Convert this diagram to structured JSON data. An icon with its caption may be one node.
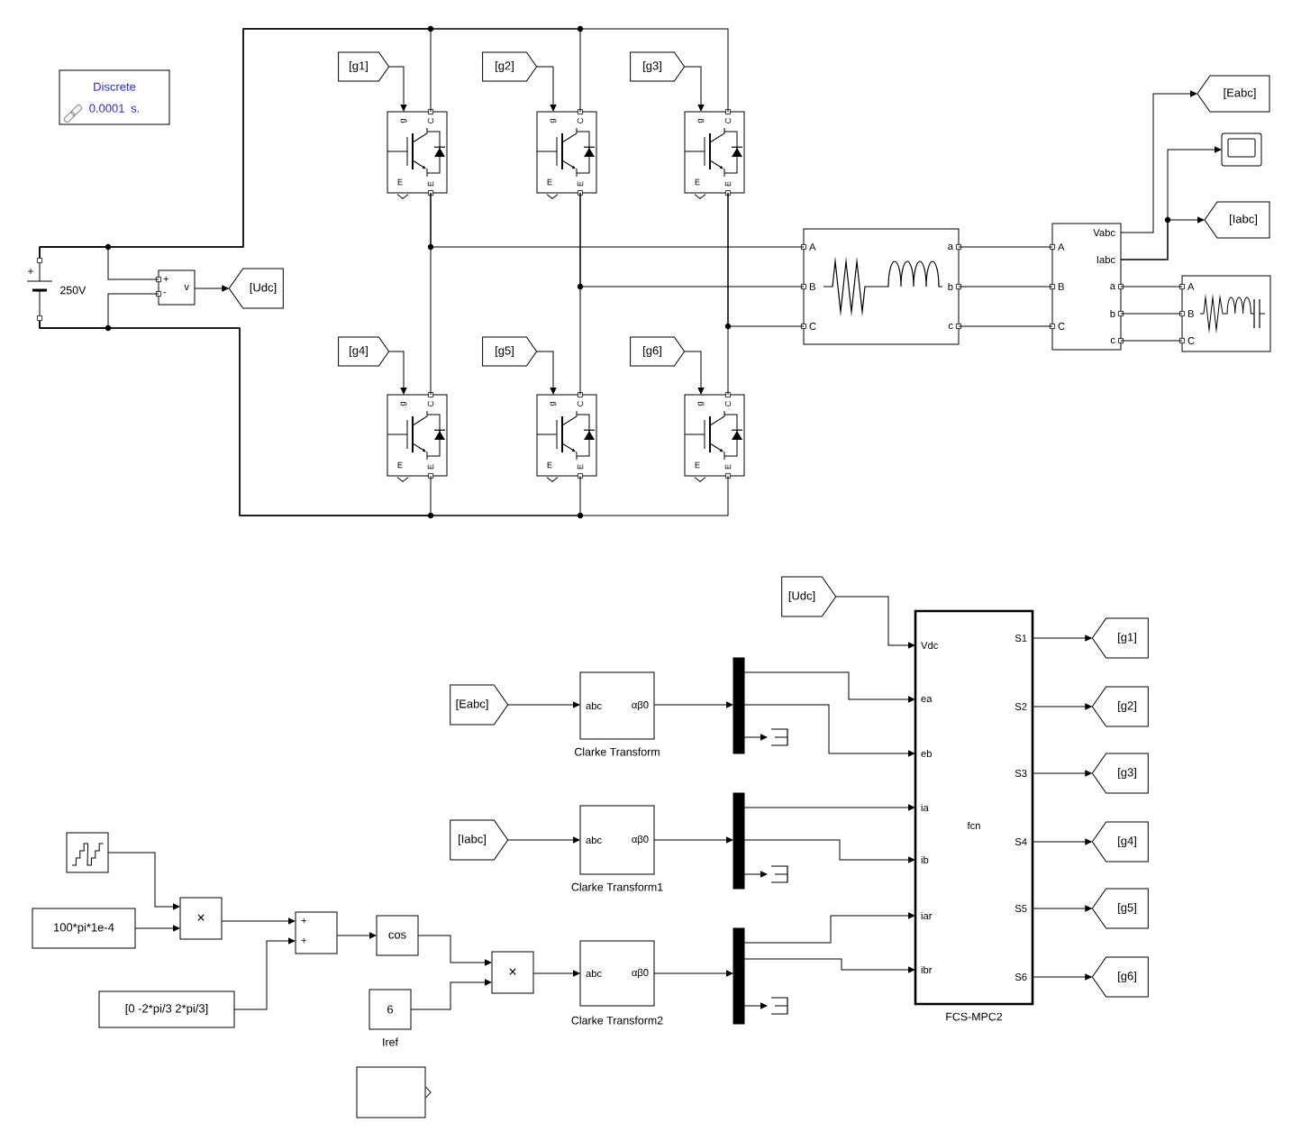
{
  "diagram": {
    "nodes": [
      {
        "text": [
          "Discrete 0.0001 s."
        ]
      },
      {
        "text": [
          "[g1]"
        ]
      },
      {
        "text": [
          "[g2]"
        ]
      },
      {
        "text": [
          "[g3]"
        ]
      },
      {
        "text": [
          "g",
          "C",
          "E",
          "E"
        ]
      },
      {
        "text": [
          "g",
          "C",
          "E",
          "E"
        ]
      },
      {
        "text": [
          "g",
          "C",
          "E",
          "E"
        ]
      },
      {
        "text": [],
        "shape": "picture",
        "beside": [
          "250V"
        ]
      },
      {
        "text": [
          "+",
          "-",
          "v"
        ]
      },
      {
        "text": [
          "[Udc]"
        ]
      },
      {
        "text": [
          "A",
          "B",
          "C",
          "a",
          "b",
          "c"
        ]
      },
      {
        "text": [
          "A",
          "B",
          "C",
          "Vabc",
          "Iabc",
          "a",
          "b",
          "c"
        ]
      },
      {
        "text": [
          "[Eabc]"
        ]
      },
      {
        "text": [],
        "shape": "box"
      },
      {
        "text": [
          "[Iabc]"
        ]
      },
      {
        "text": [
          "A",
          "B",
          "C"
        ]
      },
      {
        "text": [
          "[g4]"
        ]
      },
      {
        "text": [
          "[g5]"
        ]
      },
      {
        "text": [
          "[g6]"
        ]
      },
      {
        "text": [
          "g",
          "C",
          "E",
          "E"
        ]
      },
      {
        "text": [
          "g",
          "C",
          "E",
          "E"
        ]
      },
      {
        "text": [
          "g",
          "C",
          "E",
          "E"
        ]
      },
      {
        "text": [
          "[Udc]"
        ]
      },
      {
        "text": [
          "Vdc",
          "ea",
          "eb",
          "ia",
          "ib",
          "iar",
          "ibr",
          "S1",
          "S2",
          "S3",
          "S4",
          "S5",
          "S6",
          "fcn"
        ],
        "beside": [
          "FCS-MPC2"
        ]
      },
      {
        "text": [
          "[g1]"
        ]
      },
      {
        "text": [
          "[g2]"
        ]
      },
      {
        "text": [
          "[g3]"
        ]
      },
      {
        "text": [
          "[g4]"
        ]
      },
      {
        "text": [
          "[g5]"
        ]
      },
      {
        "text": [
          "[g6]"
        ]
      },
      {
        "text": [
          "[Eabc]"
        ]
      },
      {
        "text": [
          "abc",
          "αβ0"
        ],
        "beside": [
          "Clarke Transform"
        ]
      },
      {
        "text": [],
        "shape": "bar"
      },
      {
        "text": [],
        "shape": "picture"
      },
      {
        "text": [
          "[Iabc]"
        ]
      },
      {
        "text": [
          "abc",
          "αβ0"
        ],
        "beside": [
          "Clarke Transform1"
        ]
      },
      {
        "text": [],
        "shape": "bar"
      },
      {
        "text": [],
        "shape": "picture"
      },
      {
        "text": [],
        "shape": "box"
      },
      {
        "text": [
          "100*pi*1e-4"
        ]
      },
      {
        "text": [
          "×"
        ]
      },
      {
        "text": [
          "+",
          "+"
        ]
      },
      {
        "text": [
          "cos"
        ]
      },
      {
        "text": [
          "[0 -2*pi/3 2*pi/3]"
        ]
      },
      {
        "text": [
          "6"
        ],
        "beside": [
          "Iref"
        ]
      },
      {
        "text": [
          "×"
        ]
      },
      {
        "text": [
          "abc",
          "αβ0"
        ],
        "beside": [
          "Clarke Transform2"
        ]
      },
      {
        "text": [],
        "shape": "bar"
      },
      {
        "text": [],
        "shape": "picture"
      },
      {
        "text": [],
        "shape": "box"
      }
    ],
    "edges": [
      {
        "from": 7,
        "to": 4,
        "arrow": "none"
      },
      {
        "from": 7,
        "to": 5,
        "arrow": "none"
      },
      {
        "from": 7,
        "to": 6,
        "arrow": "none"
      },
      {
        "from": 7,
        "to": 8,
        "arrow": "none"
      },
      {
        "from": 7,
        "to": 19,
        "arrow": "none"
      },
      {
        "from": 7,
        "to": 20,
        "arrow": "none"
      },
      {
        "from": 7,
        "to": 21,
        "arrow": "none"
      },
      {
        "from": 7,
        "to": 8,
        "arrow": "none"
      },
      {
        "from": 8,
        "to": 9,
        "arrow": "to"
      },
      {
        "from": 1,
        "to": 4,
        "arrow": "to"
      },
      {
        "from": 2,
        "to": 5,
        "arrow": "to"
      },
      {
        "from": 3,
        "to": 6,
        "arrow": "to"
      },
      {
        "from": 16,
        "to": 19,
        "arrow": "to"
      },
      {
        "from": 17,
        "to": 20,
        "arrow": "to"
      },
      {
        "from": 18,
        "to": 21,
        "arrow": "to"
      },
      {
        "from": 4,
        "to": 19,
        "arrow": "none"
      },
      {
        "from": 5,
        "to": 20,
        "arrow": "none"
      },
      {
        "from": 6,
        "to": 21,
        "arrow": "none"
      },
      {
        "from": 4,
        "to": 10,
        "arrow": "none"
      },
      {
        "from": 5,
        "to": 10,
        "arrow": "none"
      },
      {
        "from": 6,
        "to": 10,
        "arrow": "none"
      },
      {
        "from": 10,
        "to": 11,
        "arrow": "none"
      },
      {
        "from": 10,
        "to": 11,
        "arrow": "none"
      },
      {
        "from": 10,
        "to": 11,
        "arrow": "none"
      },
      {
        "from": 11,
        "to": 15,
        "arrow": "none"
      },
      {
        "from": 11,
        "to": 15,
        "arrow": "none"
      },
      {
        "from": 11,
        "to": 15,
        "arrow": "none"
      },
      {
        "from": 11,
        "to": 12,
        "arrow": "to"
      },
      {
        "from": 11,
        "to": 13,
        "arrow": "to"
      },
      {
        "from": 11,
        "to": 14,
        "arrow": "to"
      },
      {
        "from": 22,
        "to": 23,
        "arrow": "to"
      },
      {
        "from": 23,
        "to": 24,
        "arrow": "to"
      },
      {
        "from": 23,
        "to": 25,
        "arrow": "to"
      },
      {
        "from": 23,
        "to": 26,
        "arrow": "to"
      },
      {
        "from": 23,
        "to": 27,
        "arrow": "to"
      },
      {
        "from": 23,
        "to": 28,
        "arrow": "to"
      },
      {
        "from": 23,
        "to": 29,
        "arrow": "to"
      },
      {
        "from": 30,
        "to": 31,
        "arrow": "to"
      },
      {
        "from": 31,
        "to": 32,
        "arrow": "to"
      },
      {
        "from": 32,
        "to": 23,
        "arrow": "to"
      },
      {
        "from": 32,
        "to": 23,
        "arrow": "to"
      },
      {
        "from": 32,
        "to": 33,
        "arrow": "to"
      },
      {
        "from": 34,
        "to": 35,
        "arrow": "to"
      },
      {
        "from": 35,
        "to": 36,
        "arrow": "to"
      },
      {
        "from": 36,
        "to": 23,
        "arrow": "to"
      },
      {
        "from": 36,
        "to": 23,
        "arrow": "to"
      },
      {
        "from": 36,
        "to": 37,
        "arrow": "to"
      },
      {
        "from": 38,
        "to": 40,
        "arrow": "to"
      },
      {
        "from": 39,
        "to": 40,
        "arrow": "to"
      },
      {
        "from": 40,
        "to": 41,
        "arrow": "to"
      },
      {
        "from": 43,
        "to": 41,
        "arrow": "to"
      },
      {
        "from": 41,
        "to": 42,
        "arrow": "to"
      },
      {
        "from": 42,
        "to": 45,
        "arrow": "to"
      },
      {
        "from": 44,
        "to": 45,
        "arrow": "to"
      },
      {
        "from": 45,
        "to": 46,
        "arrow": "to"
      },
      {
        "from": 46,
        "to": 47,
        "arrow": "to"
      },
      {
        "from": 47,
        "to": 23,
        "arrow": "to"
      },
      {
        "from": 47,
        "to": 23,
        "arrow": "to"
      },
      {
        "from": 47,
        "to": 48,
        "arrow": "to"
      }
    ]
  }
}
